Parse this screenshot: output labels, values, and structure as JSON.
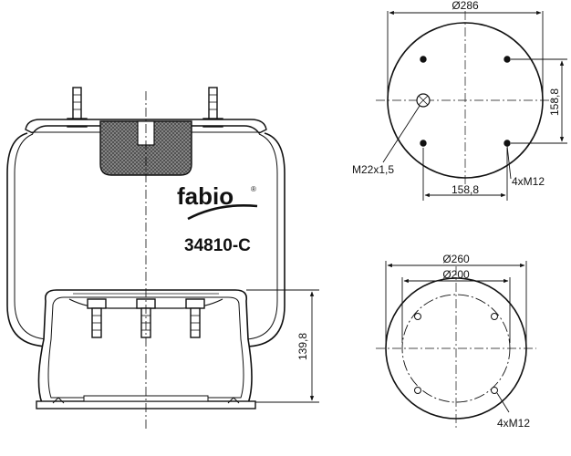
{
  "brand": {
    "name": "fabio",
    "reg_mark": "®"
  },
  "part_number": "34810-C",
  "side_view": {
    "height_dim": "139,8"
  },
  "top_view": {
    "diameter": "Ø286",
    "hole_spacing_vertical": "158,8",
    "hole_spacing_horizontal": "158,8",
    "center_thread": "M22x1,5",
    "bolt_spec": "4xM12"
  },
  "bottom_view": {
    "outer_diameter": "Ø260",
    "inner_diameter": "Ø200",
    "bolt_spec": "4xM12"
  },
  "colors": {
    "line": "#111111",
    "hatch": "#555555",
    "plate": "#9a9a9a"
  }
}
